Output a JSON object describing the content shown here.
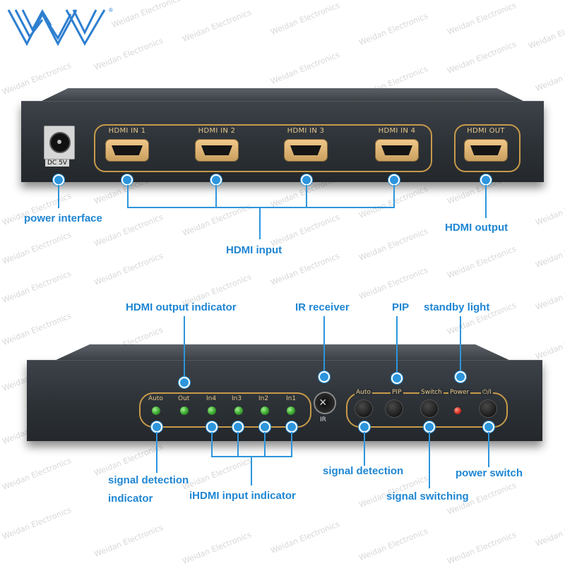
{
  "colors": {
    "accent": "#1f86d3",
    "dot": "#2d95dc",
    "gold": "#c79a4a",
    "device": "#2c3136"
  },
  "logo": {
    "icon": "wd-logo-icon",
    "registered": "®"
  },
  "watermark": "Weidan Electronics",
  "rear_panel": {
    "dc_label": "DC 5V",
    "ports": {
      "in1": "HDMI IN 1",
      "in2": "HDMI IN 2",
      "in3": "HDMI IN 3",
      "in4": "HDMI IN 4",
      "out": "HDMI OUT"
    },
    "callouts": {
      "power": "power interface",
      "input": "HDMI input",
      "output": "HDMI output"
    }
  },
  "front_panel": {
    "led_labels": {
      "auto": "Auto",
      "out": "Out",
      "in4": "In4",
      "in3": "In3",
      "in2": "In2",
      "in1": "In1"
    },
    "ir_label": "IR",
    "button_labels": {
      "auto": "Auto",
      "pip": "PIP",
      "switch": "Switch",
      "power": "Power",
      "power_symbol": "⏻/I"
    },
    "callouts": {
      "hdmi_output_indicator": "HDMI output indicator",
      "ir_receiver": "IR receiver",
      "pip": "PIP",
      "standby_light": "standby light",
      "signal_detection_indicator_1": "signal detection",
      "signal_detection_indicator_2": "indicator",
      "ihdmi_input_indicator": "iHDMI input indicator",
      "signal_detection": "signal detection",
      "signal_switching": "signal switching",
      "power_switch": "power switch"
    }
  }
}
